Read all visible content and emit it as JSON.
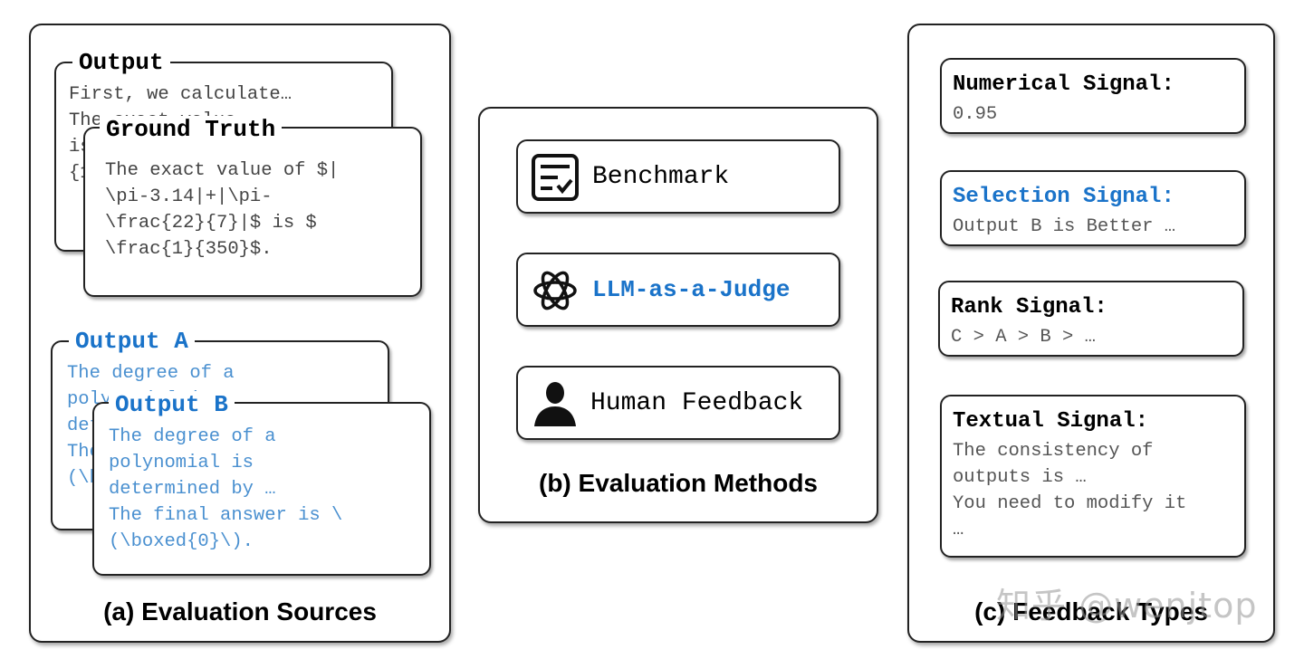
{
  "sources": {
    "caption": "(a) Evaluation Sources",
    "output_card": {
      "title": "Output",
      "lines": "First, we calculate…\nThe exact value\nis $\\frac\n{1}{350}$."
    },
    "ground_truth_card": {
      "title": "Ground Truth",
      "lines": "The exact value of $|\n\\pi-3.14|+|\\pi-\n\\frac{22}{7}|$ is $\n\\frac{1}{350}$."
    },
    "output_a_card": {
      "title": "Output A",
      "lines": "The degree of a\npolynomial is\ndetermined by …\nThe final answer\n(\\boxed{0}\\)."
    },
    "output_b_card": {
      "title": "Output B",
      "lines": "The degree of a\npolynomial is\ndetermined by …\nThe final answer is \\\n(\\boxed{0}\\)."
    }
  },
  "methods": {
    "caption": "(b) Evaluation Methods",
    "items": [
      {
        "label": "Benchmark",
        "icon": "checklist-icon"
      },
      {
        "label": "LLM-as-a-Judge",
        "icon": "openai-logo-icon"
      },
      {
        "label": "Human Feedback",
        "icon": "person-icon"
      }
    ]
  },
  "feedback": {
    "caption": "(c) Feedback Types",
    "signals": [
      {
        "title": "Numerical Signal:",
        "body": "0.95"
      },
      {
        "title": "Selection Signal:",
        "body": "Output B is Better …"
      },
      {
        "title": "Rank Signal:",
        "body": "C > A > B > …"
      },
      {
        "title": "Textual Signal:",
        "body": "The consistency of\noutputs is …\nYou need to modify it\n…"
      }
    ]
  },
  "watermark": "知乎 @wenjtop",
  "colors": {
    "accent_blue": "#1a73c9",
    "light_blue_text": "#4a90d0",
    "border": "#222222",
    "gray_text": "#444444"
  }
}
